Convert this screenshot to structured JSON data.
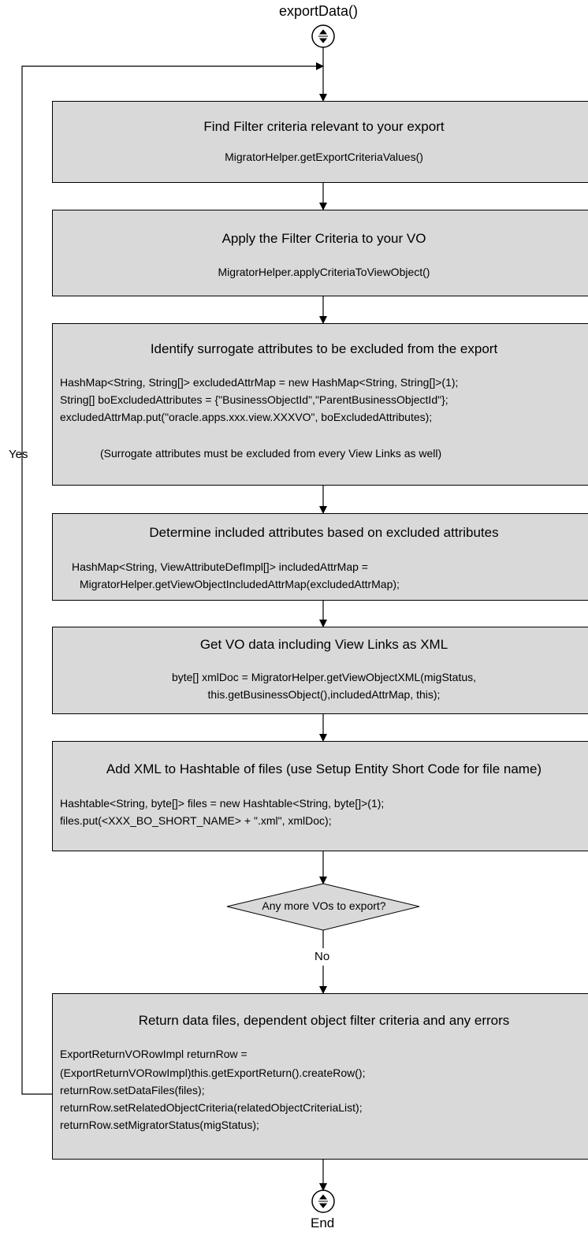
{
  "start_label": "exportData()",
  "end_label": "End",
  "loop_label": "Yes",
  "no_label": "No",
  "decision": "Any more VOs to export?",
  "steps": [
    {
      "title": "Find Filter criteria relevant to your export",
      "lines": [
        "MigratorHelper.getExportCriteriaValues()"
      ]
    },
    {
      "title": "Apply the Filter Criteria to your VO",
      "lines": [
        "MigratorHelper.applyCriteriaToViewObject()"
      ]
    },
    {
      "title": "Identify surrogate attributes to be excluded from the export",
      "lines": [
        "HashMap<String, String[]> excludedAttrMap = new HashMap<String, String[]>(1);",
        "String[] boExcludedAttributes = {\"BusinessObjectId\",\"ParentBusinessObjectId\"};",
        "excludedAttrMap.put(\"oracle.apps.xxx.view.XXXVO\", boExcludedAttributes);"
      ],
      "note": "(Surrogate attributes must be excluded from every View Links as well)"
    },
    {
      "title": "Determine included attributes based on excluded attributes",
      "lines": [
        "HashMap<String, ViewAttributeDefImpl[]> includedAttrMap =",
        "MigratorHelper.getViewObjectIncludedAttrMap(excludedAttrMap);"
      ]
    },
    {
      "title": "Get VO data including View Links as XML",
      "lines": [
        "byte[] xmlDoc = MigratorHelper.getViewObjectXML(migStatus,",
        "this.getBusinessObject(),includedAttrMap, this);"
      ]
    },
    {
      "title": "Add XML to Hashtable of files (use Setup Entity Short Code for file name)",
      "lines": [
        "Hashtable<String, byte[]> files = new Hashtable<String, byte[]>(1);",
        "files.put(<XXX_BO_SHORT_NAME> + \".xml\", xmlDoc);"
      ]
    },
    {
      "title": "Return data files, dependent object filter criteria and any errors",
      "lines": [
        "ExportReturnVORowImpl returnRow =",
        "(ExportReturnVORowImpl)this.getExportReturn().createRow();",
        "returnRow.setDataFiles(files);",
        "returnRow.setRelatedObjectCriteria(relatedObjectCriteriaList);",
        "returnRow.setMigratorStatus(migStatus);"
      ]
    }
  ]
}
